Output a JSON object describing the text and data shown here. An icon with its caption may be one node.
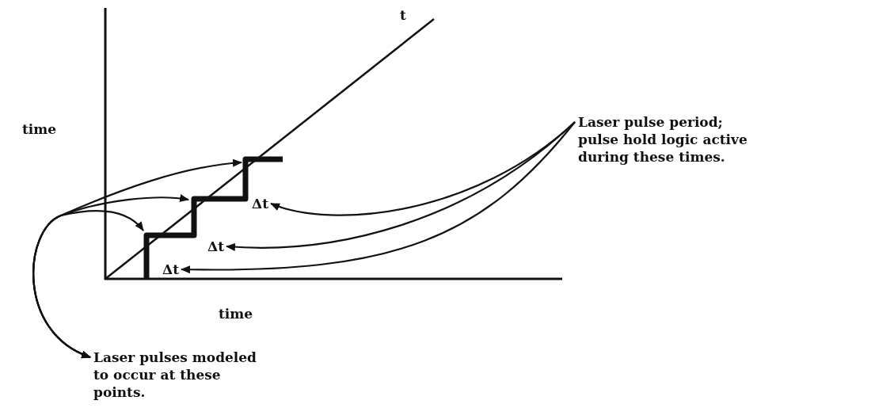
{
  "diagram": {
    "nodes": [
      {
        "text": [
          "Laser pulse period; pulse hold logic active during these times."
        ]
      },
      {
        "text": [
          "Δt"
        ]
      },
      {
        "text": [
          "Δt"
        ]
      },
      {
        "text": [
          "Δt"
        ]
      },
      {
        "text": [
          "Laser pulses modeled to occur at these points."
        ]
      }
    ],
    "edges": [
      {
        "from": 0,
        "to": 1,
        "arrow": "to"
      },
      {
        "from": 0,
        "to": 2,
        "arrow": "to"
      },
      {
        "from": 0,
        "to": 3,
        "arrow": "to"
      },
      {
        "from": 4,
        "to": null,
        "arrow": "both"
      },
      {
        "from": 4,
        "to": null,
        "arrow": "both"
      },
      {
        "from": 4,
        "to": null,
        "arrow": "both"
      }
    ],
    "labels": [
      "t",
      "time",
      "time"
    ]
  }
}
